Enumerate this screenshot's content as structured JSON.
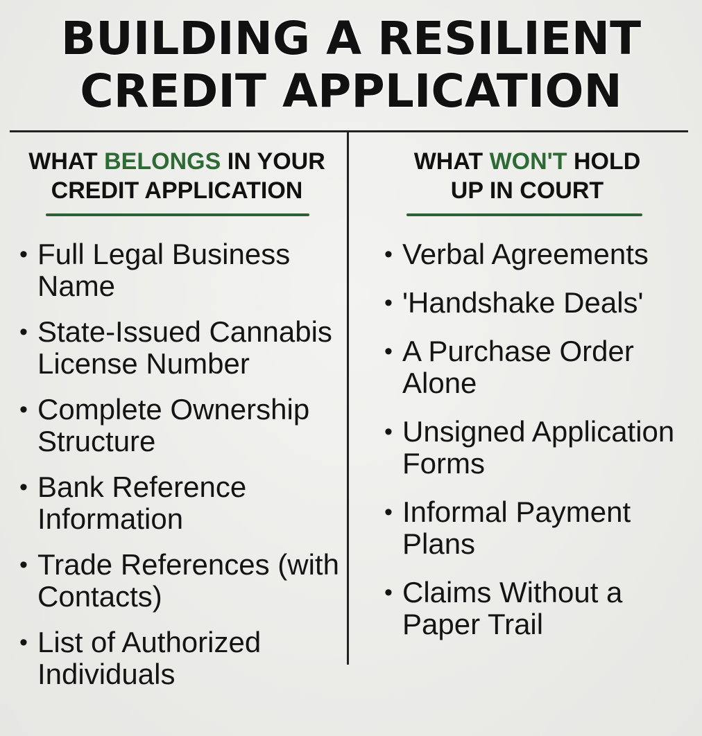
{
  "title": {
    "line1": "BUILDING A RESILIENT",
    "line2": "CREDIT APPLICATION"
  },
  "left": {
    "heading_pre": "WHAT ",
    "heading_accent": "BELONGS",
    "heading_post": " IN YOUR",
    "heading_line2": "CREDIT APPLICATION",
    "items": [
      {
        "text": "Full Legal Business Name"
      },
      {
        "text": "State-Issued Cannabis License Number"
      },
      {
        "text": "Complete Ownership Structure"
      },
      {
        "text": "Bank Reference Information"
      },
      {
        "text": "Trade References (with Contacts)"
      },
      {
        "text": "List of Authorized Individuals"
      }
    ]
  },
  "right": {
    "heading_pre": "WHAT ",
    "heading_accent": "WON'T",
    "heading_post": " HOLD",
    "heading_line2": "UP IN COURT",
    "items": [
      {
        "text": "Verbal Agreements"
      },
      {
        "text": "'Handshake Deals'"
      },
      {
        "text": "A Purchase Order Alone"
      },
      {
        "text": "Unsigned Application Forms"
      },
      {
        "text": "Informal Payment Plans"
      },
      {
        "text": "Claims Without a Paper Trail"
      }
    ]
  },
  "bullet_glyph": "•",
  "colors": {
    "accent_green": "#2e6b34",
    "underline_green": "#2f5f35",
    "text": "#111111",
    "background": "#ececea"
  }
}
